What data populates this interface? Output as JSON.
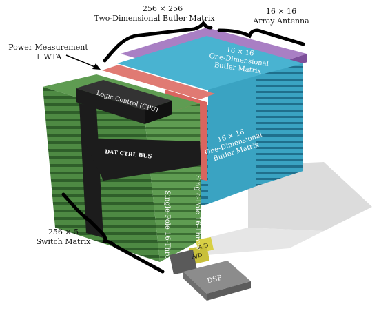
{
  "labels": {
    "butler_2d_size": "256 × 256",
    "butler_2d_name": "Two-Dimensional Butler Matrix",
    "array_size": "16 × 16",
    "array_name": "Array Antenna",
    "power_line1": "Power Measurement",
    "power_line2": "+ WTA",
    "butler_1d_top_size": "16 × 16",
    "butler_1d_top_line1": "One-Dimensional",
    "butler_1d_top_line2": "Butler Matrix",
    "butler_1d_side_size": "16 × 16",
    "butler_1d_side_line1": "One-Dimensional",
    "butler_1d_side_line2": "Butler Matrix",
    "logic_control": "Logic Control (CPU)",
    "dat_ctrl_bus": "DAT CTRL BUS",
    "sp16t_right": "Single-Pole 16-Throw",
    "sp16t_left": "Single-Pole 16-Throw",
    "switch_size": "256 × 5",
    "switch_name": "Switch Matrix",
    "ad_1": "A/D",
    "ad_2": "A/D",
    "dsp": "DSP"
  },
  "colors": {
    "switch_green": "#4e8a43",
    "switch_green_dark": "#2f5f2a",
    "butler_blue": "#3aa3c2",
    "butler_blue_dark": "#1f6f8c",
    "measurement_red": "#d9655f",
    "array_purple": "#9a6ab7",
    "cpu_black": "#1c1c1c",
    "ad_yellow": "#d8d045",
    "dsp_gray": "#8c8c8c",
    "shadow": "#dcdcdc"
  }
}
